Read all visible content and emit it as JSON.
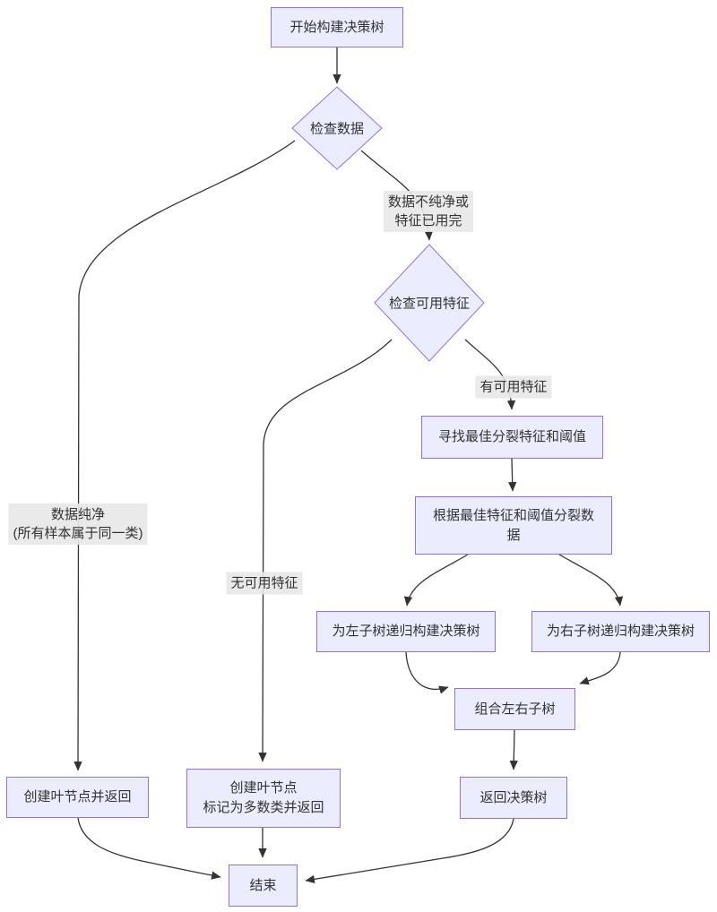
{
  "diagram": {
    "type": "flowchart",
    "topic": "decision-tree-construction",
    "colors": {
      "node_fill": "#ECECFF",
      "node_border": "#9370DB",
      "edge_stroke": "#333333",
      "edge_label_bg": "#e8e8e8",
      "text": "#333333",
      "background": "#ffffff"
    },
    "nodes": {
      "start": {
        "label": "开始构建决策树"
      },
      "check_data": {
        "label": "检查数据"
      },
      "check_features": {
        "label": "检查可用特征"
      },
      "find_best_split": {
        "label": "寻找最佳分裂特征和阈值"
      },
      "split_data": {
        "lines": [
          "根据最佳特征和阈值分裂数",
          "据"
        ]
      },
      "left_subtree": {
        "label": "为左子树递归构建决策树"
      },
      "right_subtree": {
        "label": "为右子树递归构建决策树"
      },
      "combine": {
        "label": "组合左右子树"
      },
      "return_tree": {
        "label": "返回决策树"
      },
      "leaf_return": {
        "label": "创建叶节点并返回"
      },
      "leaf_majority": {
        "lines": [
          "创建叶节点",
          "标记为多数类并返回"
        ]
      },
      "end": {
        "label": "结束"
      }
    },
    "edge_labels": {
      "pure": {
        "lines": [
          "数据纯净",
          "(所有样本属于同一类)"
        ]
      },
      "impure": {
        "lines": [
          "数据不纯净或",
          "特征已用完"
        ]
      },
      "no_features": {
        "label": "无可用特征"
      },
      "has_features": {
        "label": "有可用特征"
      }
    }
  }
}
